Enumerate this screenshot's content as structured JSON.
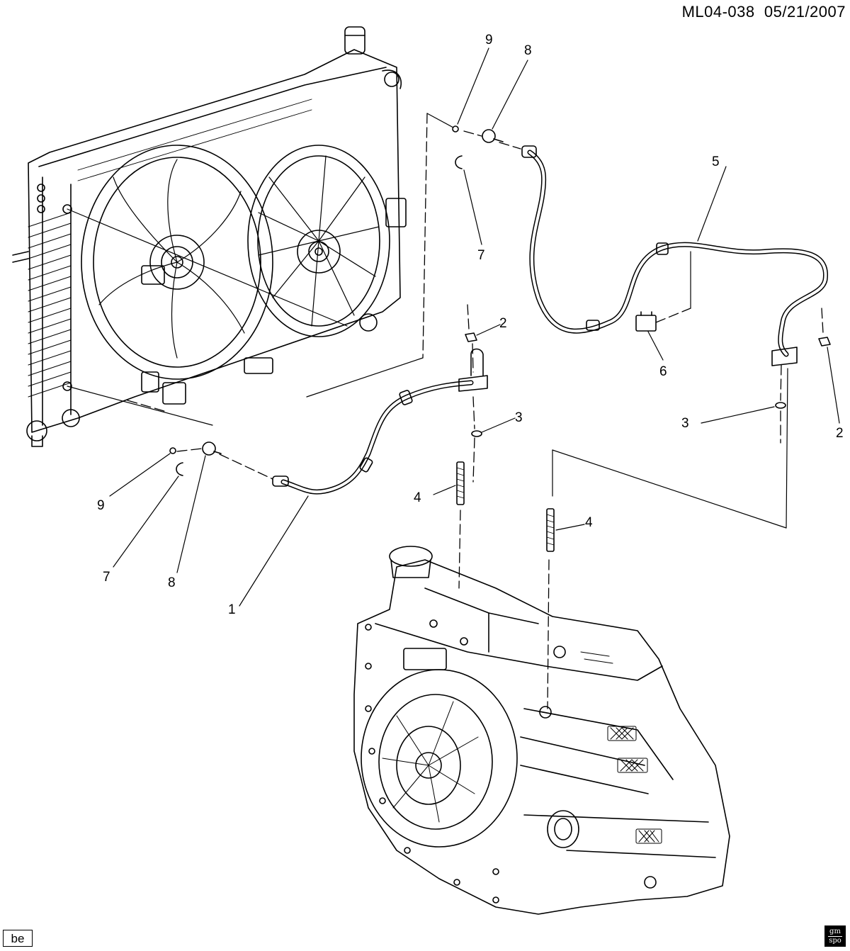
{
  "header": {
    "diagram_code": "ML04-038",
    "date": "05/21/2007"
  },
  "footer": {
    "badge": "be",
    "logo_top": "gm",
    "logo_bottom": "spo"
  },
  "callouts": [
    {
      "id": "c9a",
      "label": "9"
    },
    {
      "id": "c8a",
      "label": "8"
    },
    {
      "id": "c7a",
      "label": "7"
    },
    {
      "id": "c5",
      "label": "5"
    },
    {
      "id": "c2a",
      "label": "2"
    },
    {
      "id": "c6",
      "label": "6"
    },
    {
      "id": "c3a",
      "label": "3"
    },
    {
      "id": "c3b",
      "label": "3"
    },
    {
      "id": "c2b",
      "label": "2"
    },
    {
      "id": "c4a",
      "label": "4"
    },
    {
      "id": "c4b",
      "label": "4"
    },
    {
      "id": "c9b",
      "label": "9"
    },
    {
      "id": "c7b",
      "label": "7"
    },
    {
      "id": "c8b",
      "label": "8"
    },
    {
      "id": "c1",
      "label": "1"
    }
  ],
  "icons": [
    "radiator-fan-assembly-icon",
    "transmission-icon",
    "cooler-line-icon",
    "fitting-icon",
    "clip-icon",
    "stud-icon"
  ]
}
